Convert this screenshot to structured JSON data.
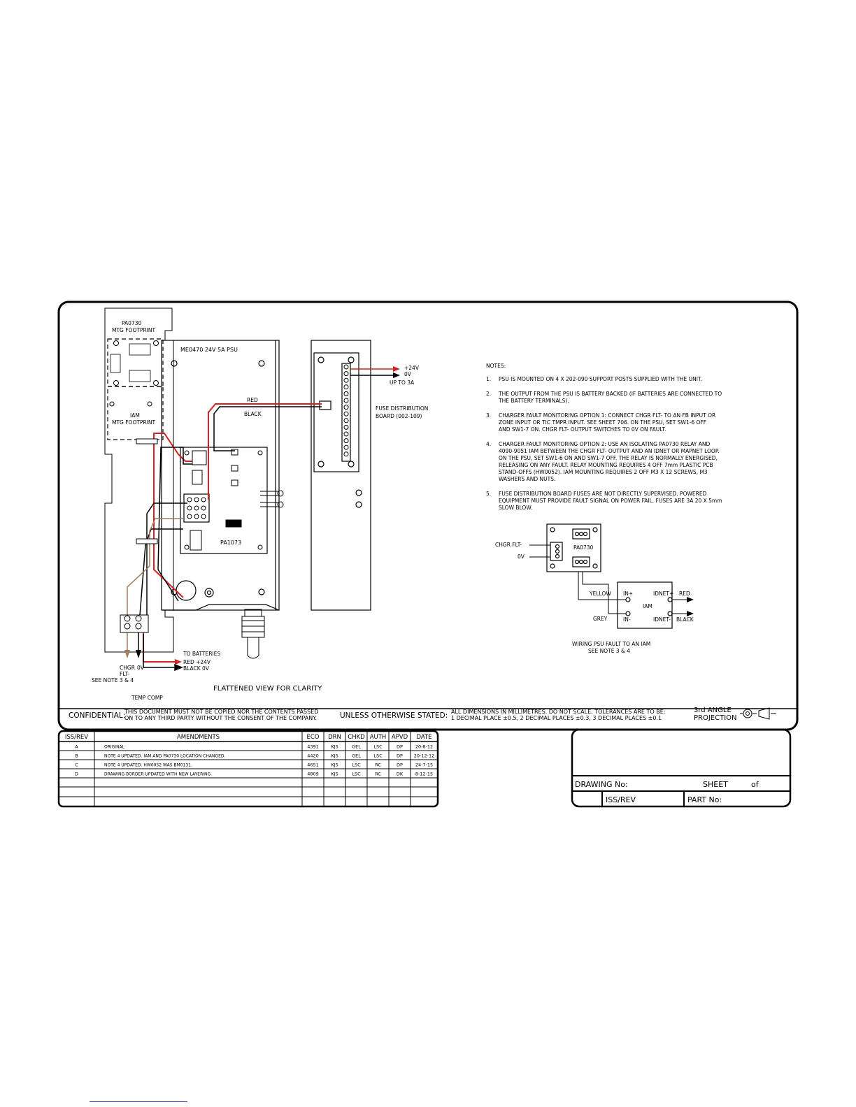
{
  "colors": {
    "red_wire": "#d42020",
    "brown_wire": "#a07a5a",
    "black": "#000000"
  },
  "labels": {
    "pa0730_mtg_line1": "PA0730",
    "pa0730_mtg_line2": "MTG FOOTPRINT",
    "iam_mtg_line1": "IAM",
    "iam_mtg_line2": "MTG FOOTPRINT",
    "psu": "ME0470 24V 5A PSU",
    "red": "RED",
    "black": "BLACK",
    "pcb": "PA1073",
    "out_24v": "+24V",
    "out_0v": "0V",
    "out_3a": "UP TO 3A",
    "fuse_board_1": "FUSE DISTRIBUTION",
    "fuse_board_2": "BOARD (002-109)",
    "to_batteries": "TO BATTERIES",
    "red_24v": "RED +24V",
    "black_0v": "BLACK 0V",
    "chgr": "CHGR",
    "flt": "FLT-",
    "zero_v": "0V",
    "see_note": "SEE NOTE 3 & 4",
    "temp_comp": "TEMP COMP",
    "flattened": "FLATTENED VIEW FOR CLARITY"
  },
  "notes": {
    "title": "NOTES:",
    "items": [
      {
        "num": "1.",
        "lines": [
          "PSU IS MOUNTED ON 4 X 202-090 SUPPORT POSTS SUPPLIED WITH THE UNIT."
        ]
      },
      {
        "num": "2.",
        "lines": [
          "THE OUTPUT FROM THE PSU IS BATTERY BACKED (IF BATTERIES ARE CONNECTED TO",
          "THE BATTERY TERMINALS)."
        ]
      },
      {
        "num": "3.",
        "lines": [
          "CHARGER FAULT MONITORING OPTION 1: CONNECT CHGR FLT- TO AN FB INPUT OR",
          "ZONE INPUT OR TIC TMPR INPUT. SEE SHEET 706. ON THE PSU, SET SW1-6 OFF",
          "AND SW1-7 ON. CHGR FLT- OUTPUT SWITCHES TO 0V ON FAULT."
        ]
      },
      {
        "num": "4.",
        "lines": [
          "CHARGER FAULT MONITORING OPTION 2: USE AN ISOLATING PA0730 RELAY AND",
          "4090-9051 IAM BETWEEN THE CHGR FLT- OUTPUT AND AN IDNET OR MAPNET LOOP.",
          "ON THE PSU, SET SW1-6 ON AND SW1-7 OFF. THE RELAY IS NORMALLY ENERGISED,",
          "RELEASING ON ANY FAULT. RELAY MOUNTING REQUIRES 4 OFF 7mm PLASTIC PCB",
          "STAND-OFFS (HW0052). IAM MOUNTING REQUIRES 2 OFF M3 X 12 SCREWS, M3",
          "WASHERS AND NUTS."
        ]
      },
      {
        "num": "5.",
        "lines": [
          "FUSE DISTRIBUTION BOARD FUSES ARE NOT DIRECTLY SUPERVISED. POWERED",
          "EQUIPMENT MUST PROVIDE FAULT SIGNAL ON POWER FAIL. FUSES ARE 3A 20 X 5mm",
          "SLOW BLOW."
        ]
      }
    ]
  },
  "wiring": {
    "chgr_flt": "CHGR FLT-",
    "zero_v": "0V",
    "pa0730": "PA0730",
    "yellow": "YELLOW",
    "grey": "GREY",
    "in_plus": "IN+",
    "in_minus": "IN-",
    "iam": "IAM",
    "idnet_plus": "IDNET+",
    "idnet_minus": "IDNET-",
    "red": "RED",
    "black": "BLACK",
    "caption_1": "WIRING PSU FAULT TO AN IAM",
    "caption_2": "SEE NOTE 3 & 4"
  },
  "footer": {
    "confidential": "CONFIDENTIAL:",
    "confidential_text_1": "THIS DOCUMENT MUST NOT BE COPIED NOR THE CONTENTS PASSED",
    "confidential_text_2": "ON TO ANY THIRD PARTY WITHOUT THE CONSENT OF THE COMPANY.",
    "unless": "UNLESS OTHERWISE STATED:",
    "dims_1": "ALL DIMENSIONS IN MILLIMETRES. DO NOT SCALE. TOLERANCES ARE TO BE:",
    "dims_2": "1 DECIMAL PLACE ±0.5, 2 DECIMAL PLACES ±0.3, 3 DECIMAL PLACES ±0.1",
    "projection_1": "3rd ANGLE",
    "projection_2": "PROJECTION"
  },
  "revisions": {
    "headers": [
      "ISS/REV",
      "AMENDMENTS",
      "ECO",
      "DRN",
      "CHKD",
      "AUTH",
      "APVD",
      "DATE"
    ],
    "rows": [
      [
        "A",
        "ORIGINAL",
        "4391",
        "KJS",
        "GEL",
        "LSC",
        "DP",
        "20-8-12"
      ],
      [
        "B",
        "NOTE 4 UPDATED. IAM AND PA0730 LOCATION CHANGED.",
        "4420",
        "KJS",
        "GEL",
        "LSC",
        "DP",
        "20-12-12"
      ],
      [
        "C",
        "NOTE 4 UPDATED. HW0052 WAS BM0131.",
        "4651",
        "KJS",
        "LSC",
        "RC",
        "DP",
        "24-7-15"
      ],
      [
        "D",
        "DRAWING BORDER UPDATED WITH NEW LAYERING.",
        "4809",
        "KJS",
        "LSC",
        "RC",
        "DK",
        "8-12-15"
      ],
      [
        "",
        "",
        "",
        "",
        "",
        "",
        "",
        ""
      ],
      [
        "",
        "",
        "",
        "",
        "",
        "",
        "",
        ""
      ]
    ]
  },
  "titleblock": {
    "drawing_no": "DRAWING No:",
    "sheet": "SHEET",
    "of": "of",
    "iss_rev": "ISS/REV",
    "part_no": "PART No:"
  }
}
